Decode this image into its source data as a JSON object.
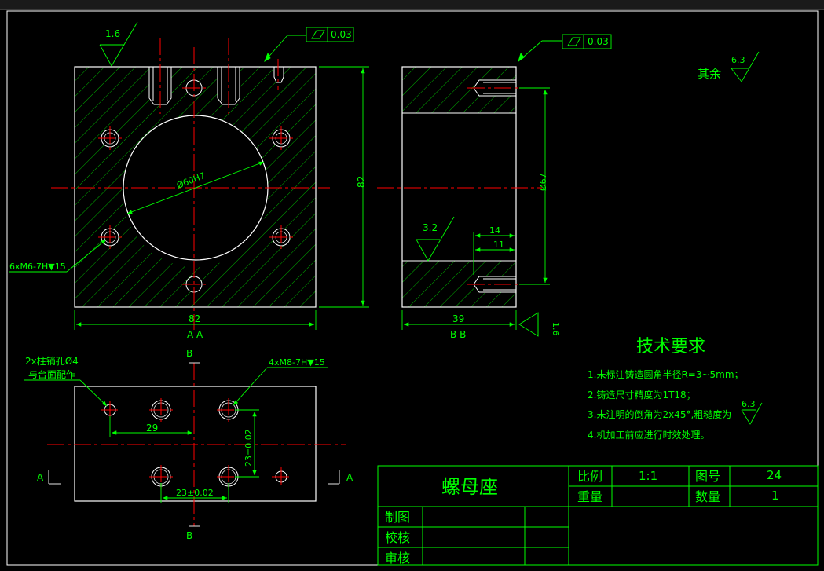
{
  "window": {
    "accent": "#00ff00",
    "line_color": "#ffffff",
    "center_line_color": "#ff0000",
    "dim_color": "#00ff00"
  },
  "views": {
    "front": {
      "section_label": "A-A",
      "bore_dim": "Ø60H7",
      "width_dim": "82",
      "height_dim": "82",
      "roughness_top": "1.6",
      "flatness_value": "0.03",
      "thread_note": "6xM6-7H▼15"
    },
    "side": {
      "section_label": "B-B",
      "width_dim": "39",
      "dia_dim": "Ø67",
      "dim_14": "14",
      "dim_11": "11",
      "roughness_mid": "3.2",
      "roughness_right": "1.6",
      "flatness_value": "0.03"
    },
    "bottom": {
      "pin_note_1": "2x柱销孔Ø4",
      "pin_note_2": "与台面配作",
      "thread_note": "4xM8-7H▼15",
      "dim_29": "29",
      "dim_23_v": "23±0.02",
      "dim_23_h": "23±0.02",
      "label_B_top": "B",
      "label_B_bottom": "B",
      "label_A_left": "A",
      "label_A_right": "A"
    },
    "general_roughness": {
      "label": "其余",
      "value": "6.3"
    }
  },
  "tech": {
    "title": "技术要求",
    "items": [
      "1.未标注铸造圆角半径R=3~5mm；",
      "2.铸造尺寸精度为1T18；",
      "3.未注明的倒角为2x45°,粗糙度为",
      "4.机加工前应进行时效处理。"
    ],
    "item3_roughness": "6.3"
  },
  "title_block": {
    "part_name": "螺母座",
    "scale_label": "比例",
    "scale_value": "1:1",
    "drawing_no_label": "图号",
    "drawing_no_value": "24",
    "weight_label": "重量",
    "qty_label": "数量",
    "qty_value": "1",
    "drawn_label": "制图",
    "checked_label": "校核",
    "approved_label": "审核"
  }
}
